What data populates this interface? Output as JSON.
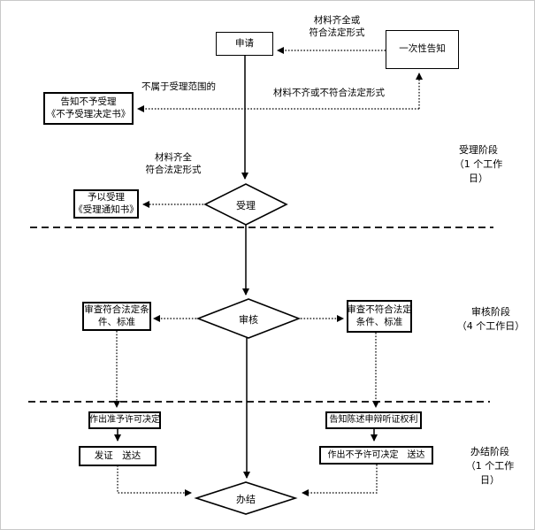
{
  "colors": {
    "ink": "#000000",
    "background": "#ffffff"
  },
  "boxes": {
    "apply": {
      "label": "申请"
    },
    "one_time_notice": {
      "label": "一次性告知"
    },
    "reject_notice": {
      "line1": "告知不予受理",
      "line2": "《不予受理决定书》"
    },
    "accept_notice": {
      "line1": "予以受理",
      "line2": "《受理通知书》"
    },
    "review_pass": {
      "line1": "审查符合法定条",
      "line2": "件、标准"
    },
    "review_fail": {
      "line1": "审查不符合法定",
      "line2": "条件、标准"
    },
    "grant_decision": {
      "label": "作出准予许可决定"
    },
    "issue_deliver": {
      "label": "发证　送达"
    },
    "hearing_rights": {
      "label": "告知陈述申辩听证权利"
    },
    "deny_decision": {
      "label": "作出不予许可决定　送达"
    }
  },
  "diamonds": {
    "accept": {
      "label": "受理"
    },
    "review": {
      "label": "审核"
    },
    "complete": {
      "label": "办结"
    }
  },
  "edge_labels": {
    "materials_complete_or": {
      "line1": "材料齐全或",
      "line2": "符合法定形式"
    },
    "out_of_scope": {
      "label": "不属于受理范围的"
    },
    "materials_incomplete": {
      "label": "材料不齐或不符合法定形式"
    },
    "materials_complete": {
      "line1": "材料齐全",
      "line2": "符合法定形式"
    }
  },
  "stages": {
    "acceptance": {
      "line1": "受理阶段",
      "line2": "（1 个工作",
      "line3": "日）"
    },
    "review": {
      "line1": "审核阶段",
      "line2": "（4 个工作日）"
    },
    "completion": {
      "line1": "办结阶段",
      "line2": "（1 个工作",
      "line3": "日）"
    }
  }
}
